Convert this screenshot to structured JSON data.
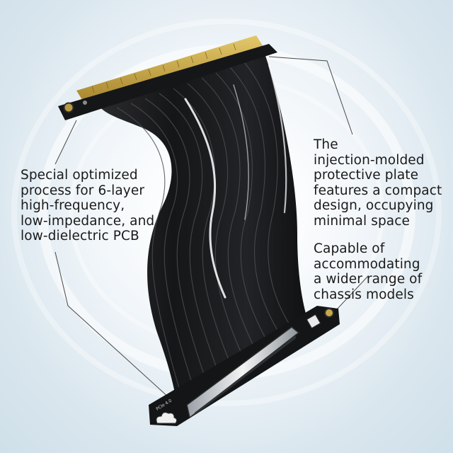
{
  "callouts": {
    "pcb": {
      "lines": [
        "Special optimized",
        "process for 6-layer",
        "high-frequency,",
        "low-impedance, and",
        "low-dielectric PCB"
      ]
    },
    "plate": {
      "lines": [
        "The",
        "injection-molded",
        "protective plate",
        "features a compact",
        "design, occupying",
        "minimal space"
      ]
    },
    "chassis": {
      "lines": [
        "Capable of",
        "accommodating",
        "a wider range of",
        "chassis models"
      ]
    }
  },
  "product": {
    "cable_color": "#1c1d1f",
    "gold_color": "#c9a94a",
    "board_label": "PCIe 4.0"
  }
}
